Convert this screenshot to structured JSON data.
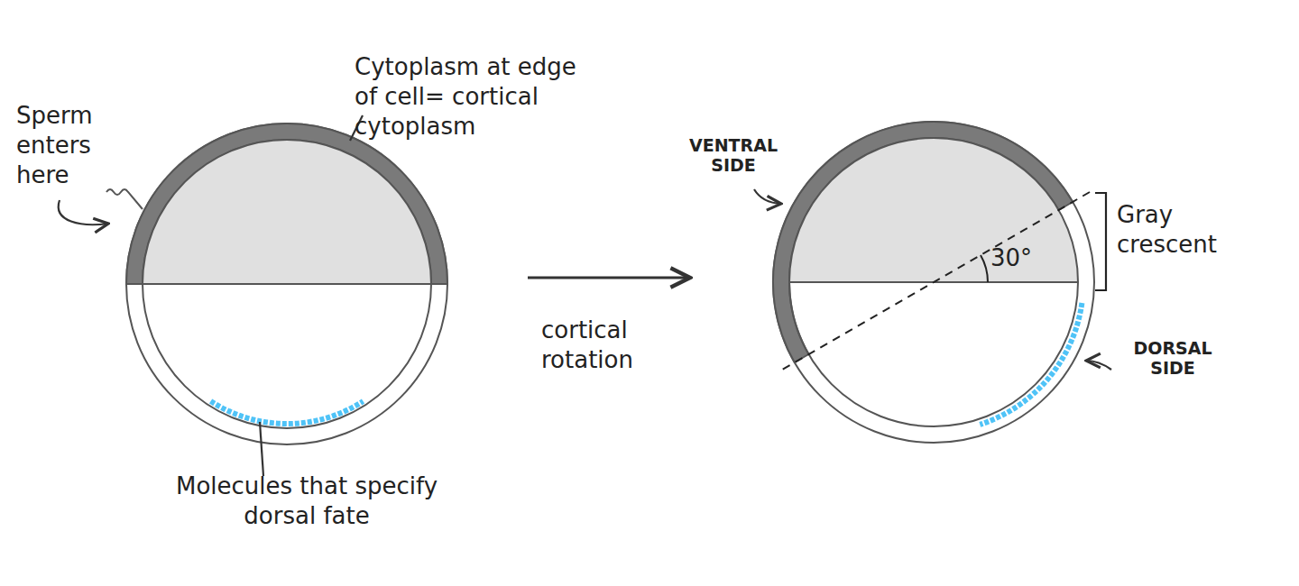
{
  "diagram": {
    "labels": [
      "Sperm enters here",
      "Cytoplasm at edge of cell= cortical cytoplasm",
      "Molecules that specify dorsal fate",
      "cortical rotation",
      "VENTRAL SIDE",
      "30°",
      "Gray crescent",
      "DORSAL SIDE"
    ]
  }
}
